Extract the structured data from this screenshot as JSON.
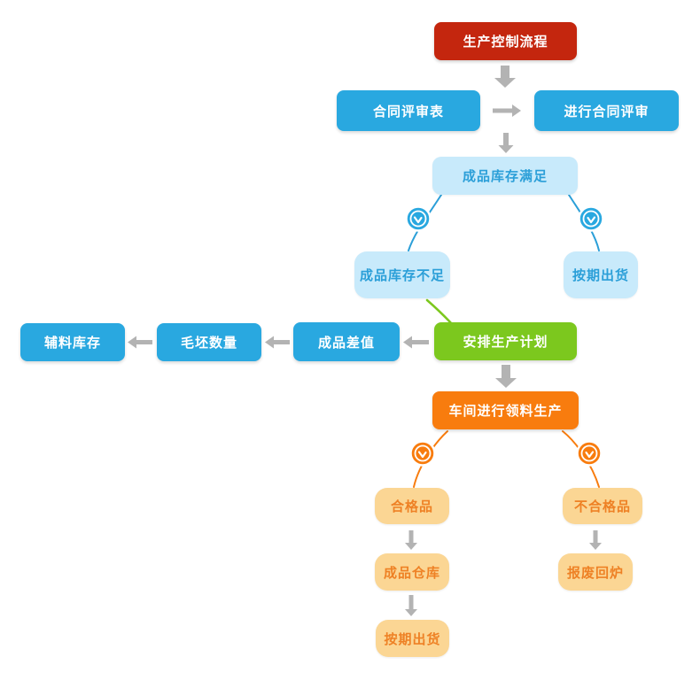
{
  "diagram_title": "生产控制流程",
  "colors": {
    "red": "#c4260e",
    "blue": "#29a8e0",
    "light_blue_bg": "#c8eafb",
    "light_blue_text": "#2b9fd8",
    "green": "#7cc81e",
    "orange": "#f87c0e",
    "yellow_bg": "#fbd694",
    "yellow_text": "#ee8125",
    "arrow_gray": "#b3b3b3",
    "white": "#ffffff"
  },
  "nodes": {
    "production_control": {
      "label": "生产控制流程",
      "type": "red"
    },
    "contract_review_form": {
      "label": "合同评审表",
      "type": "blue"
    },
    "conduct_contract_review": {
      "label": "进行合同评审",
      "type": "blue"
    },
    "stock_sufficient": {
      "label": "成品库存满足",
      "type": "light-blue"
    },
    "stock_insufficient": {
      "label": "成品库存不足",
      "type": "light-blue"
    },
    "ship_on_schedule_top": {
      "label": "按期出货",
      "type": "light-blue"
    },
    "arrange_production_plan": {
      "label": "安排生产计划",
      "type": "green"
    },
    "product_difference": {
      "label": "成品差值",
      "type": "blue"
    },
    "blank_quantity": {
      "label": "毛坯数量",
      "type": "blue"
    },
    "auxiliary_stock": {
      "label": "辅料库存",
      "type": "blue"
    },
    "workshop_material_production": {
      "label": "车间进行领料生产",
      "type": "orange"
    },
    "qualified_product": {
      "label": "合格品",
      "type": "yellow"
    },
    "unqualified_product": {
      "label": "不合格品",
      "type": "yellow"
    },
    "finished_goods_warehouse": {
      "label": "成品仓库",
      "type": "yellow"
    },
    "ship_on_schedule_bottom": {
      "label": "按期出货",
      "type": "yellow"
    },
    "scrap_remelt": {
      "label": "报废回炉",
      "type": "yellow"
    }
  },
  "icons": {
    "clock": "clock-icon"
  }
}
